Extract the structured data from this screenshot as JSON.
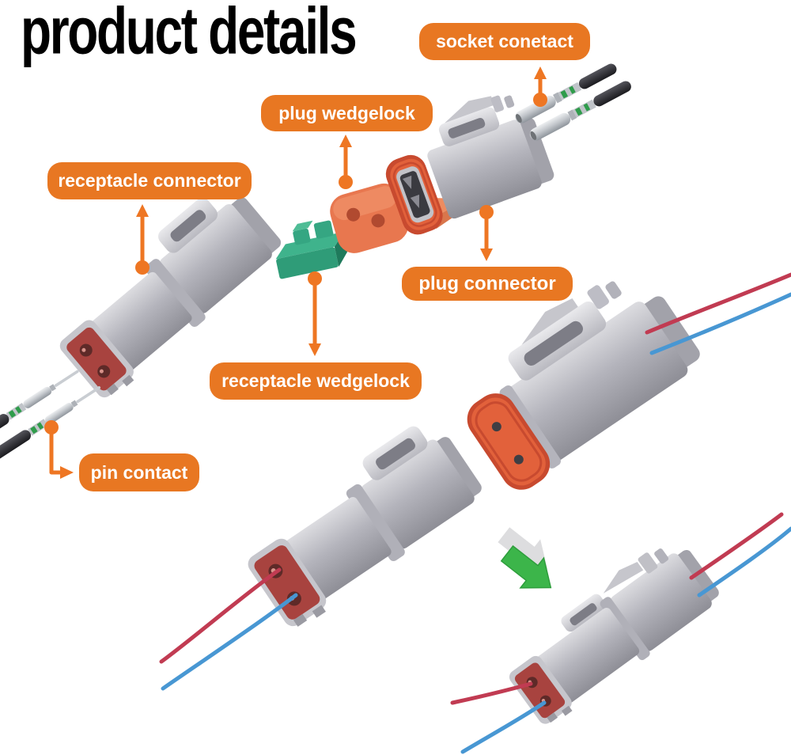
{
  "title": "product details",
  "labels": {
    "socket_contact": "socket conetact",
    "plug_wedgelock": "plug wedgelock",
    "receptacle_connector": "receptacle connector",
    "plug_connector": "plug connector",
    "receptacle_wedgelock": "receptacle wedgelock",
    "pin_contact": "pin contact"
  },
  "colors": {
    "label_bg": "#E87722",
    "label_text": "#FFFFFF",
    "arrow": "#EE7623",
    "title_text": "#000000",
    "connector_gray": "#BDBDC5",
    "seal_orange": "#E2613B",
    "insert_red": "#A8433F",
    "wedgelock_green": "#2F9C78",
    "wedgelock_orange": "#E8774F",
    "wire_red": "#C13B52",
    "wire_blue": "#4897D3",
    "wire_black": "#2E2E34",
    "terminal_silver": "#C9CDD2",
    "assembly_arrow_green": "#3CB54A",
    "background": "#FFFFFF"
  }
}
